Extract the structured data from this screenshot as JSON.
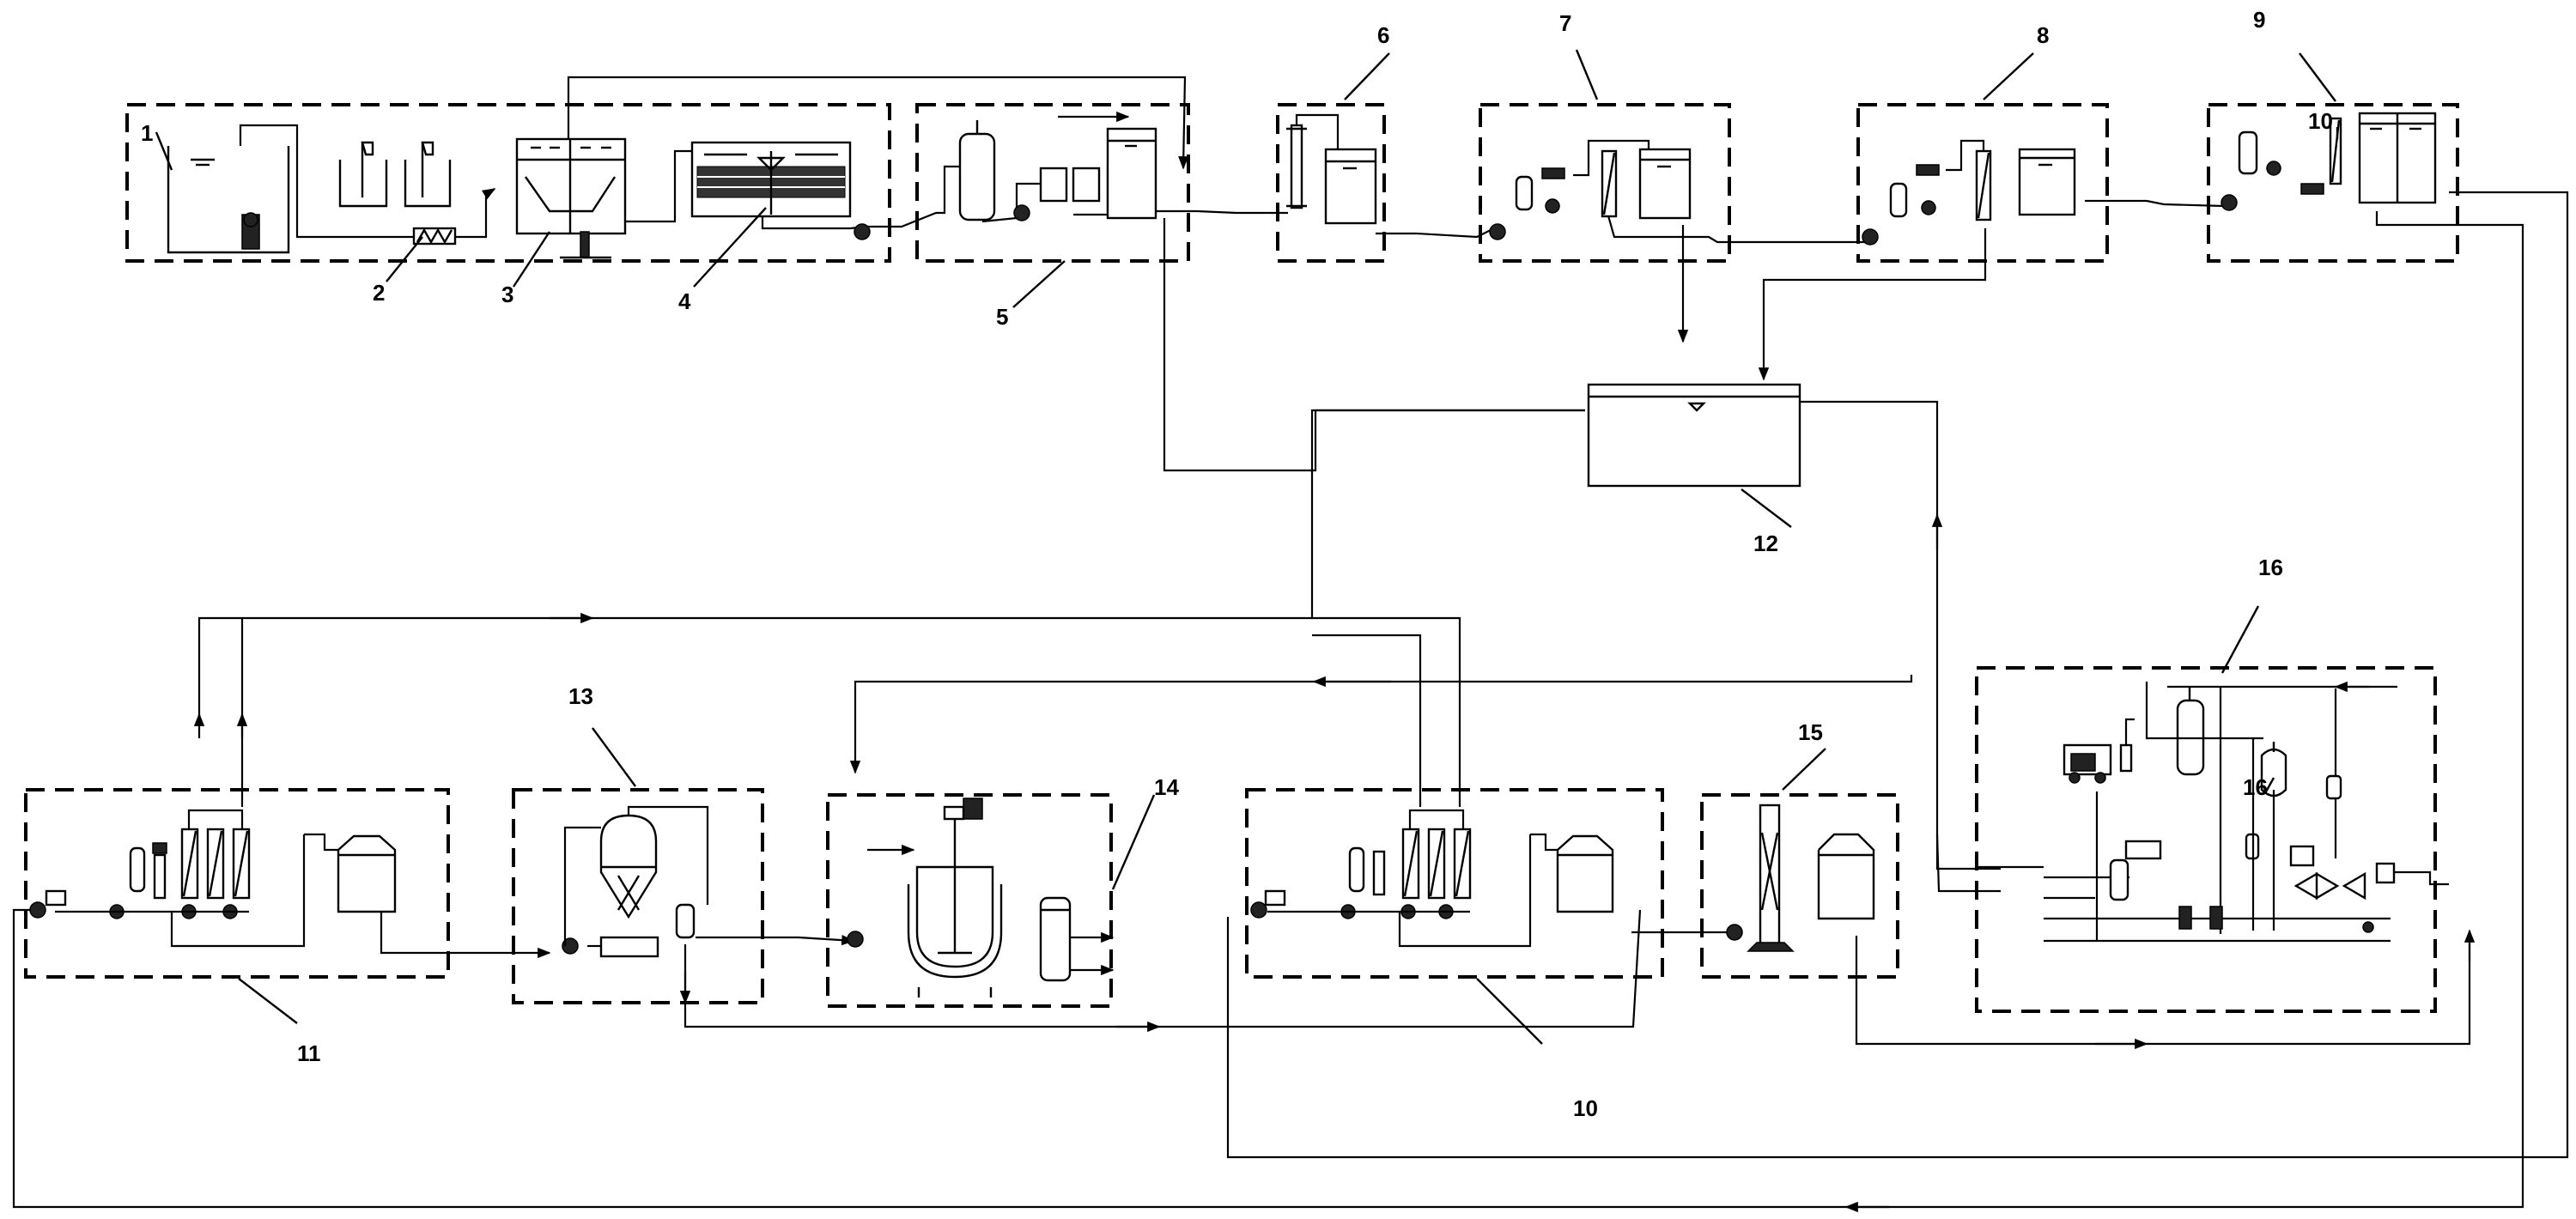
{
  "labels": {
    "n1": "1",
    "n2": "2",
    "n3": "3",
    "n4": "4",
    "n5": "5",
    "n6": "6",
    "n7": "7",
    "n8": "8",
    "n9": "9",
    "n10": "10",
    "n10b": "10",
    "n11": "11",
    "n12": "12",
    "n13": "13",
    "n14": "14",
    "n15": "15",
    "n16": "16",
    "n16b": "16"
  }
}
